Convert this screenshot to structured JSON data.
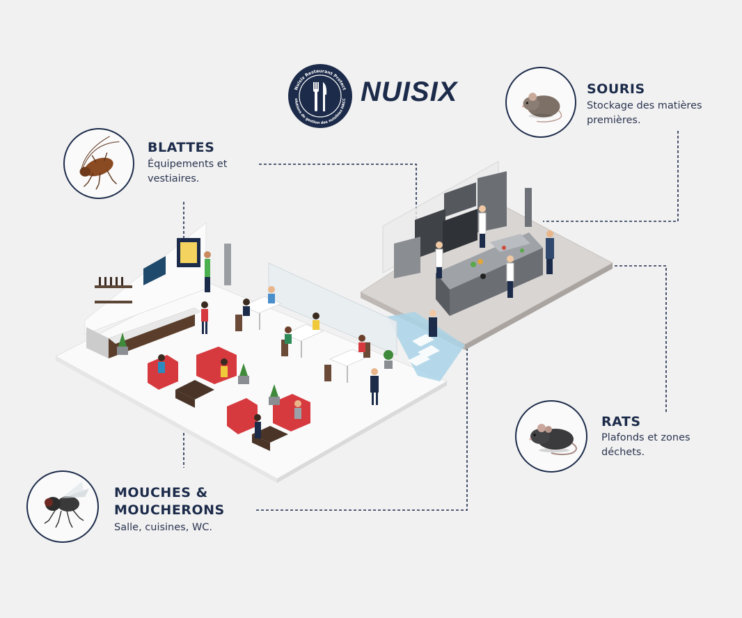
{
  "brand": {
    "name": "NUISIX",
    "badge_top_text": "Nuisix Restaurant Protect",
    "badge_bottom_text": "Solutions de gestion des nuisibles HACCP",
    "color": "#1c2b4a"
  },
  "pests": {
    "blattes": {
      "title": "BLATTES",
      "desc_line1": "Équipements et",
      "desc_line2": "vestiaires.",
      "icon": "cockroach-icon"
    },
    "souris": {
      "title": "SOURIS",
      "desc_line1": "Stockage des matières",
      "desc_line2": "premières.",
      "icon": "mouse-icon"
    },
    "rats": {
      "title": "RATS",
      "desc_line1": "Plafonds et zones",
      "desc_line2": "déchets.",
      "icon": "rat-icon"
    },
    "mouches": {
      "title_line1": "MOUCHES &",
      "title_line2": "MOUCHERONS",
      "desc": "Salle, cuisines, WC.",
      "icon": "fly-icon"
    }
  },
  "colors": {
    "accent": "#1c2b4a",
    "background": "#f1f1f1",
    "seat_red": "#d63a3f",
    "water": "#a9d4e8"
  }
}
